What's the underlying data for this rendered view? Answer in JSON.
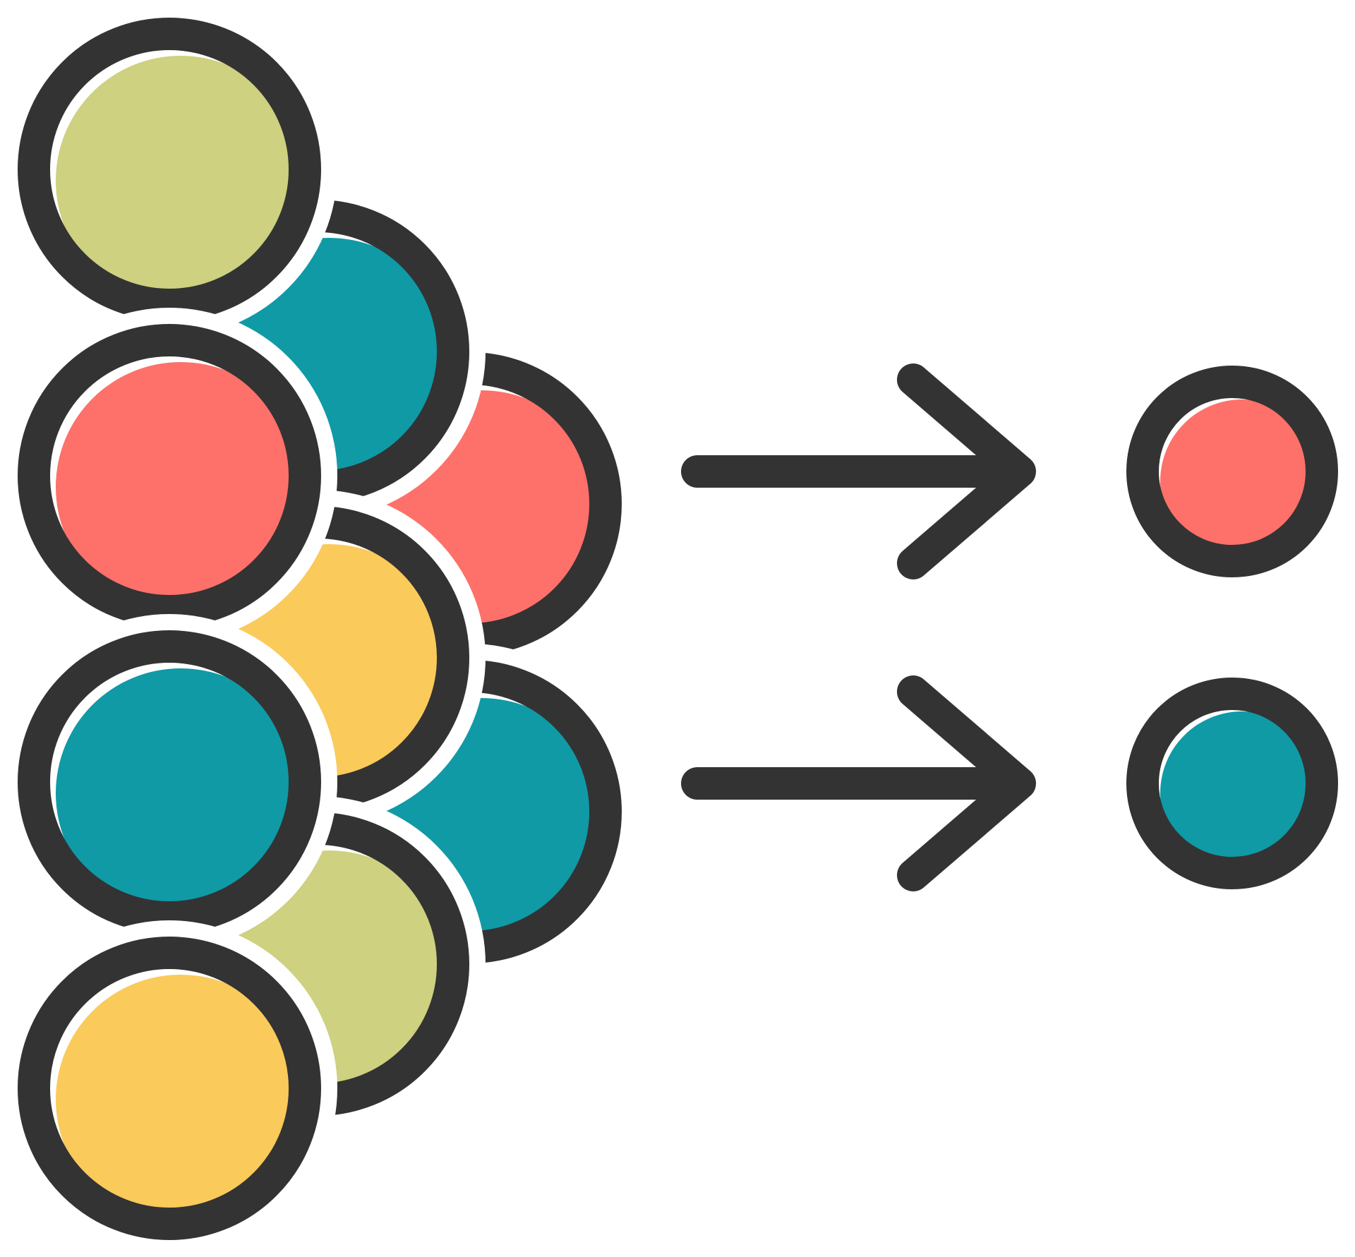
{
  "icon": {
    "name": "data-reduction-icon",
    "colors": {
      "outline": "#333333",
      "green": "#CDD180",
      "teal": "#0F9AA6",
      "red": "#FD716A",
      "yellow": "#FACA5B",
      "highlight": "#FFFFFF"
    },
    "input_circles": [
      {
        "column": 1,
        "row": 1,
        "fill": "green"
      },
      {
        "column": 1,
        "row": 2,
        "fill": "red"
      },
      {
        "column": 1,
        "row": 3,
        "fill": "teal"
      },
      {
        "column": 1,
        "row": 4,
        "fill": "yellow"
      },
      {
        "column": 2,
        "row": 1,
        "fill": "teal"
      },
      {
        "column": 2,
        "row": 2,
        "fill": "yellow"
      },
      {
        "column": 2,
        "row": 3,
        "fill": "green"
      },
      {
        "column": 3,
        "row": 1,
        "fill": "red"
      },
      {
        "column": 3,
        "row": 2,
        "fill": "teal"
      }
    ],
    "arrows": [
      {
        "direction": "right",
        "row": 1
      },
      {
        "direction": "right",
        "row": 2
      }
    ],
    "output_circles": [
      {
        "row": 1,
        "fill": "red"
      },
      {
        "row": 2,
        "fill": "teal"
      }
    ]
  }
}
